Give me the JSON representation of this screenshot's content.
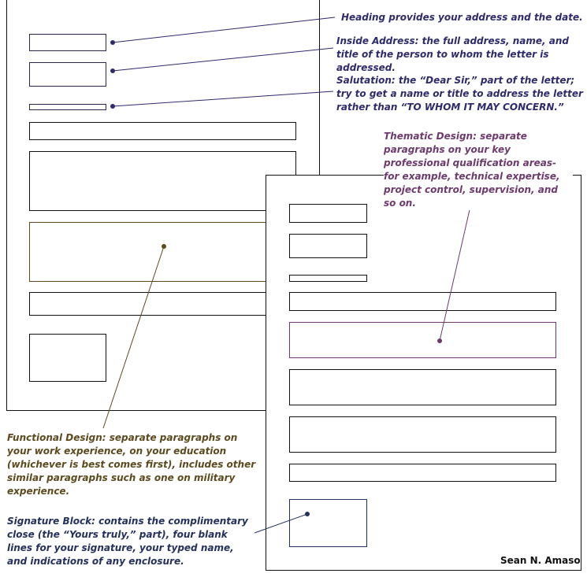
{
  "annotations": {
    "heading": "Heading provides your address and the date.",
    "inside_address": "Inside Address: the full address, name, and title of the person to whom the letter is addressed.",
    "salutation": "Salutation: the “Dear Sir,” part of the letter; try to get a name or title to address the letter rather than “TO WHOM IT MAY CONCERN.”",
    "thematic": "Thematic Design: separate paragraphs on your key professional qualification areas- for example, technical expertise, project control, supervision, and so on.",
    "functional": "Functional Design: separate paragraphs on your work experience, on your education (whichever is best comes first), includes other similar paragraphs such as one on military experience.",
    "signature": "Signature Block: contains the complimentary close (the “Yours truly,” part), four blank lines for your signature, your typed name, and indications of any enclosure."
  },
  "author": "Sean N. Amaso",
  "colors": {
    "heading": "#2e2a6e",
    "thematic": "#6e3a6e",
    "functional": "#5c4a1e",
    "signature": "#24305e"
  }
}
